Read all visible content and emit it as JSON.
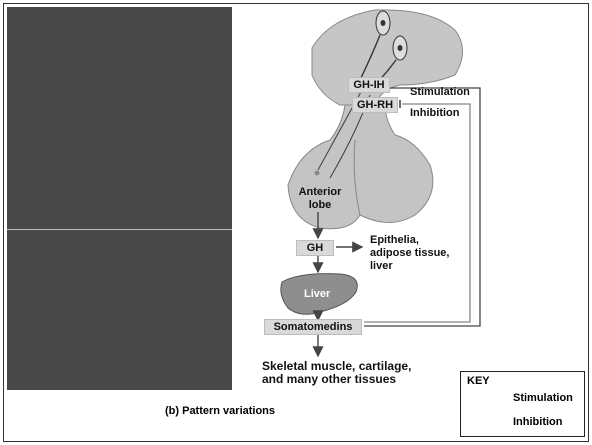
{
  "diagram": {
    "hormones": {
      "gh_ih": "GH-IH",
      "gh_rh": "GH-RH",
      "gh": "GH",
      "somatomedins": "Somatomedins"
    },
    "structures": {
      "anterior_lobe": "Anterior lobe",
      "anterior_line1": "Anterior",
      "anterior_line2": "lobe",
      "liver": "Liver"
    },
    "loop_labels": {
      "stimulation": "Stimulation",
      "inhibition": "Inhibition"
    },
    "targets": {
      "epithelia_line1": "Epithelia,",
      "epithelia_line2": "adipose tissue,",
      "epithelia_line3": "liver",
      "skeletal_line1": "Skeletal muscle, cartilage,",
      "skeletal_line2": "and many other tissues"
    },
    "caption": "(b) Pattern variations",
    "key": {
      "title": "KEY",
      "stimulation": "Stimulation",
      "inhibition": "Inhibition"
    }
  },
  "colors": {
    "dark_panel": "#484848",
    "tissue": "#c4c4c4",
    "liver": "#8a8a8a",
    "label_box": "#d9d9d9",
    "line": "#555555"
  }
}
